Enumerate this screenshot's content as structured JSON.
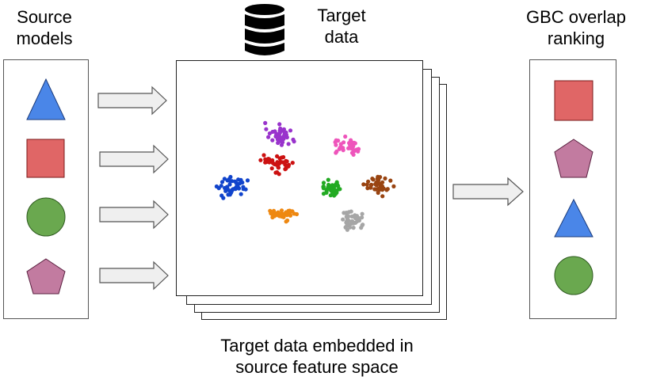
{
  "labels": {
    "source_models": "Source\nmodels",
    "target_data": "Target\ndata",
    "ranking": "GBC overlap\nranking",
    "embedded": "Target data embedded in\nsource feature space"
  },
  "source_shapes": [
    {
      "name": "triangle",
      "color": "#4a86e8"
    },
    {
      "name": "square",
      "color": "#e06666"
    },
    {
      "name": "circle",
      "color": "#6aa84f"
    },
    {
      "name": "pentagon",
      "color": "#c27ba0"
    }
  ],
  "ranking_shapes": [
    {
      "name": "square",
      "color": "#e06666"
    },
    {
      "name": "pentagon",
      "color": "#c27ba0"
    },
    {
      "name": "triangle",
      "color": "#4a86e8"
    },
    {
      "name": "circle",
      "color": "#6aa84f"
    }
  ],
  "cluster_colors": [
    "#9933cc",
    "#ee55bb",
    "#cc1111",
    "#1144cc",
    "#22aa22",
    "#994411",
    "#ee8811",
    "#a6a6a6"
  ]
}
